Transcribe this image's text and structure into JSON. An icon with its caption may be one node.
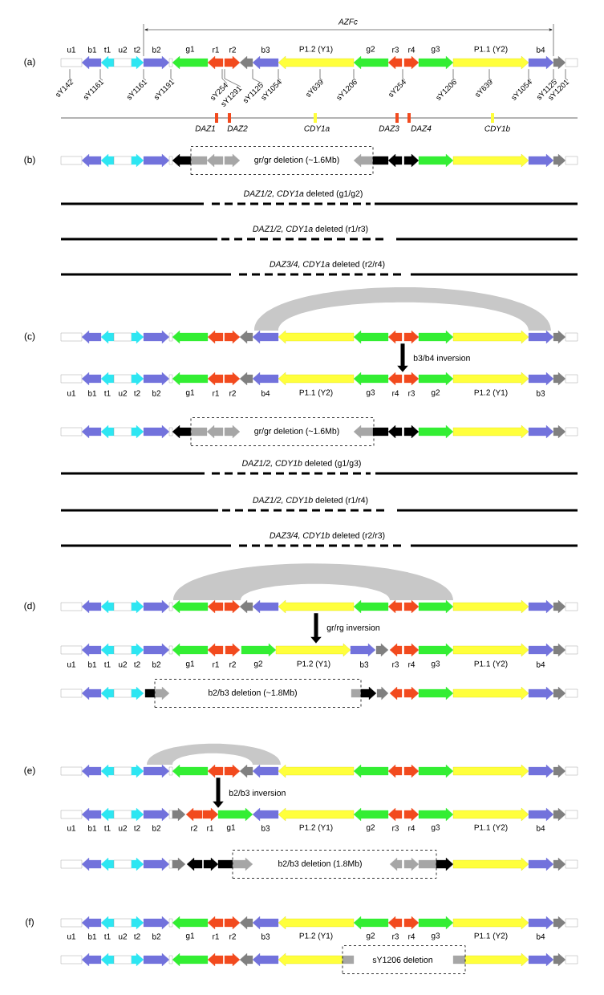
{
  "diagram": {
    "nodes": [
      {
        "text": [],
        "shape": "bar"
      },
      {
        "text": [
          "sY142"
        ]
      },
      {
        "text": [
          "sY1161"
        ]
      },
      {
        "text": [
          "sY1161"
        ]
      },
      {
        "text": [
          "sY1191"
        ]
      },
      {
        "text": [
          "sY254"
        ]
      },
      {
        "text": [
          "sY1291"
        ]
      },
      {
        "text": [
          "sY1125"
        ]
      },
      {
        "text": [
          "sY1054"
        ]
      },
      {
        "text": [
          "sY639"
        ]
      },
      {
        "text": [
          "sY1206"
        ]
      },
      {
        "text": [
          "sY254"
        ]
      },
      {
        "text": [
          "sY1206"
        ]
      },
      {
        "text": [
          "sY639"
        ]
      },
      {
        "text": [
          "sY1054"
        ]
      },
      {
        "text": [
          "sY1125"
        ]
      },
      {
        "text": [
          "sY1201"
        ]
      },
      {
        "text": [],
        "shape": "bar"
      },
      {
        "text": [
          "gr/gr deletion (~1.6Mb)"
        ]
      },
      {
        "text": [],
        "shape": "bar"
      },
      {
        "text": [],
        "shape": "bar"
      },
      {
        "text": [],
        "shape": "bar"
      },
      {
        "text": [
          "gr/gr deletion (~1.6Mb)"
        ]
      },
      {
        "text": [],
        "shape": "bar"
      },
      {
        "text": [],
        "shape": "bar"
      },
      {
        "text": [],
        "shape": "bar"
      },
      {
        "text": [
          "b2/b3 deletion (~1.8Mb)"
        ]
      },
      {
        "text": [],
        "shape": "bar"
      },
      {
        "text": [],
        "shape": "bar"
      },
      {
        "text": [],
        "shape": "bar"
      },
      {
        "text": [
          "b2/b3 deletion (1.8Mb)"
        ]
      },
      {
        "text": [],
        "shape": "bar"
      },
      {
        "text": [],
        "shape": "bar"
      },
      {
        "text": [
          "sY1206 deletion"
        ]
      }
    ],
    "edges": [
      {
        "from": 1,
        "to": 0,
        "arrow": "none"
      },
      {
        "from": 2,
        "to": 0,
        "arrow": "none"
      },
      {
        "from": 3,
        "to": 0,
        "arrow": "none"
      },
      {
        "from": 4,
        "to": 0,
        "arrow": "none"
      },
      {
        "from": 5,
        "to": 0,
        "arrow": "none"
      },
      {
        "from": 6,
        "to": 0,
        "arrow": "none"
      },
      {
        "from": 7,
        "to": 0,
        "arrow": "none"
      },
      {
        "from": 8,
        "to": 0,
        "arrow": "none"
      },
      {
        "from": 9,
        "to": 0,
        "arrow": "none"
      },
      {
        "from": 10,
        "to": 0,
        "arrow": "none"
      },
      {
        "from": 11,
        "to": 0,
        "arrow": "none"
      },
      {
        "from": 12,
        "to": 0,
        "arrow": "none"
      },
      {
        "from": 13,
        "to": 0,
        "arrow": "none"
      },
      {
        "from": 14,
        "to": 0,
        "arrow": "none"
      },
      {
        "from": 15,
        "to": 0,
        "arrow": "none"
      },
      {
        "from": 16,
        "to": 0,
        "arrow": "none"
      },
      {
        "from": 19,
        "to": 20,
        "arrow": "to",
        "label": "b3/b4 inversion",
        "style": "thick"
      },
      {
        "from": 23,
        "to": 24,
        "arrow": "to",
        "label": "gr/rg inversion",
        "style": "thick"
      },
      {
        "from": 27,
        "to": 28,
        "arrow": "to",
        "label": "b2/b3 inversion",
        "style": "thick"
      }
    ],
    "labels": [
      "(a)",
      "AZFc",
      "u1",
      "b1",
      "t1",
      "u2",
      "t2",
      "b2",
      "g1",
      "r1",
      "r2",
      "b3",
      "P1.2 (Y1)",
      "g2",
      "r3",
      "r4",
      "g3",
      "P1.1 (Y2)",
      "b4",
      "DAZ1",
      "DAZ2",
      "CDY1a",
      "DAZ3",
      "DAZ4",
      "CDY1b",
      "(b)",
      "*DAZ1/2, CDY1a* deleted (g1/g2)",
      "*DAZ1/2, CDY1a* deleted (r1/r3)",
      "*DAZ3/4, CDY1a* deleted (r2/r4)",
      "(c)",
      "u1",
      "b1",
      "t1",
      "u2",
      "t2",
      "b2",
      "g1",
      "r1",
      "r2",
      "b4",
      "P1.1 (Y2)",
      "g3",
      "r4",
      "r3",
      "g2",
      "P1.2 (Y1)",
      "b3",
      "*DAZ1/2, CDY1b* deleted (g1/g3)",
      "*DAZ1/2, CDY1b* deleted (r1/r4)",
      "*DAZ3/4, CDY1b* deleted (r2/r3)",
      "(d)",
      "u1",
      "b1",
      "t1",
      "u2",
      "t2",
      "b2",
      "g1",
      "r1",
      "r2",
      "g2",
      "P1.2 (Y1)",
      "b3",
      "r3",
      "r4",
      "g3",
      "P1.1 (Y2)",
      "b4",
      "(e)",
      "u1",
      "b1",
      "t1",
      "u2",
      "t2",
      "b2",
      "r2",
      "r1",
      "g1",
      "b3",
      "P1.2 (Y1)",
      "g2",
      "r3",
      "r4",
      "g3",
      "P1.1 (Y2)",
      "b4",
      "(f)",
      "u1",
      "b1",
      "t1",
      "u2",
      "t2",
      "b2",
      "g1",
      "r1",
      "r2",
      "b3",
      "P1.2 (Y1)",
      "g2",
      "r3",
      "r4",
      "g3",
      "P1.1 (Y2)",
      "b4"
    ]
  }
}
